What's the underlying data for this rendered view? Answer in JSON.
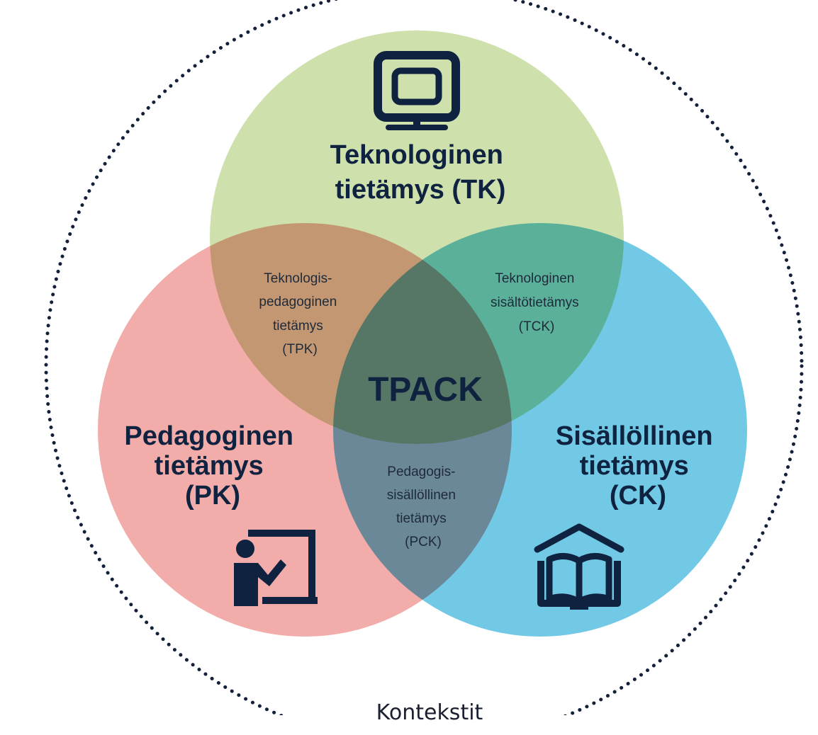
{
  "diagram": {
    "title": "",
    "context": {
      "label": "Kontekstit"
    },
    "colors": {
      "technology": "#c5db9e",
      "pedagogy": "#f09a96",
      "content": "#52bde0",
      "text_dark": "#0f2240",
      "dots": "#14203a"
    },
    "circles": {
      "technology": {
        "lines": [
          "Teknologinen",
          "tietämys (TK)"
        ],
        "icon": "computer-monitor-icon"
      },
      "pedagogy": {
        "lines": [
          "Pedagoginen",
          "tietämys",
          "(PK)"
        ],
        "icon": "teacher-at-board-icon"
      },
      "content": {
        "lines": [
          "Sisällöllinen",
          "tietämys",
          "(CK)"
        ],
        "icon": "open-book-icon"
      }
    },
    "overlaps": {
      "tpk": {
        "lines": [
          "Teknologis-",
          "pedagoginen",
          "tietämys",
          "(TPK)"
        ]
      },
      "tck": {
        "lines": [
          "Teknologinen",
          "sisältötietämys",
          "(TCK)"
        ]
      },
      "pck": {
        "lines": [
          "Pedagogis-",
          "sisällöllinen",
          "tietämys",
          "(PCK)"
        ]
      }
    },
    "center": {
      "label": "TPACK"
    }
  }
}
